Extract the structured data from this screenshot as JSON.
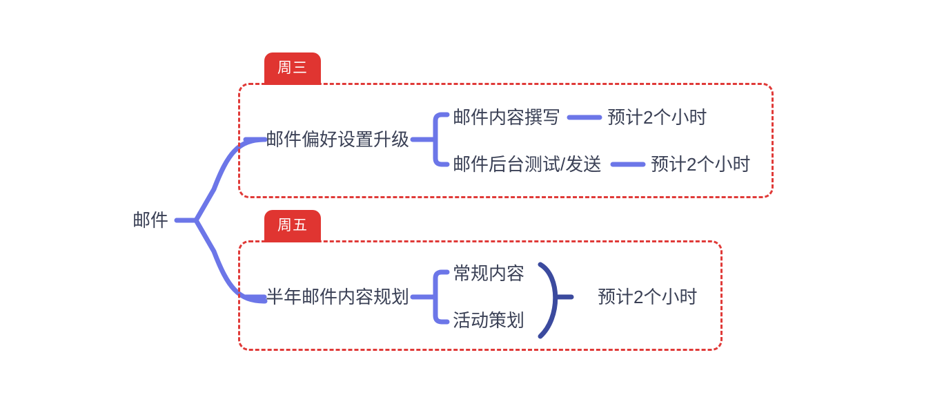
{
  "diagram": {
    "type": "mind-map",
    "title_node": "邮件",
    "colors": {
      "branch_line": "#6c76e8",
      "brace_dark": "#3b4a9e",
      "group_border": "#e03a38",
      "badge_background": "#e03531",
      "badge_text": "#ffffff",
      "node_text": "#3a4055",
      "canvas_background": "#ffffff"
    },
    "root": {
      "label": "邮件"
    },
    "groups": [
      {
        "badge": "周三",
        "branch": {
          "label": "邮件偏好设置升级",
          "children": [
            {
              "label": "邮件内容撰写",
              "estimate": "预计2个小时"
            },
            {
              "label": "邮件后台测试/发送",
              "estimate": "预计2个小时"
            }
          ]
        }
      },
      {
        "badge": "周五",
        "branch": {
          "label": "半年邮件内容规划",
          "children": [
            {
              "label": "常规内容"
            },
            {
              "label": "活动策划"
            }
          ],
          "shared_estimate": "预计2个小时"
        }
      }
    ]
  }
}
